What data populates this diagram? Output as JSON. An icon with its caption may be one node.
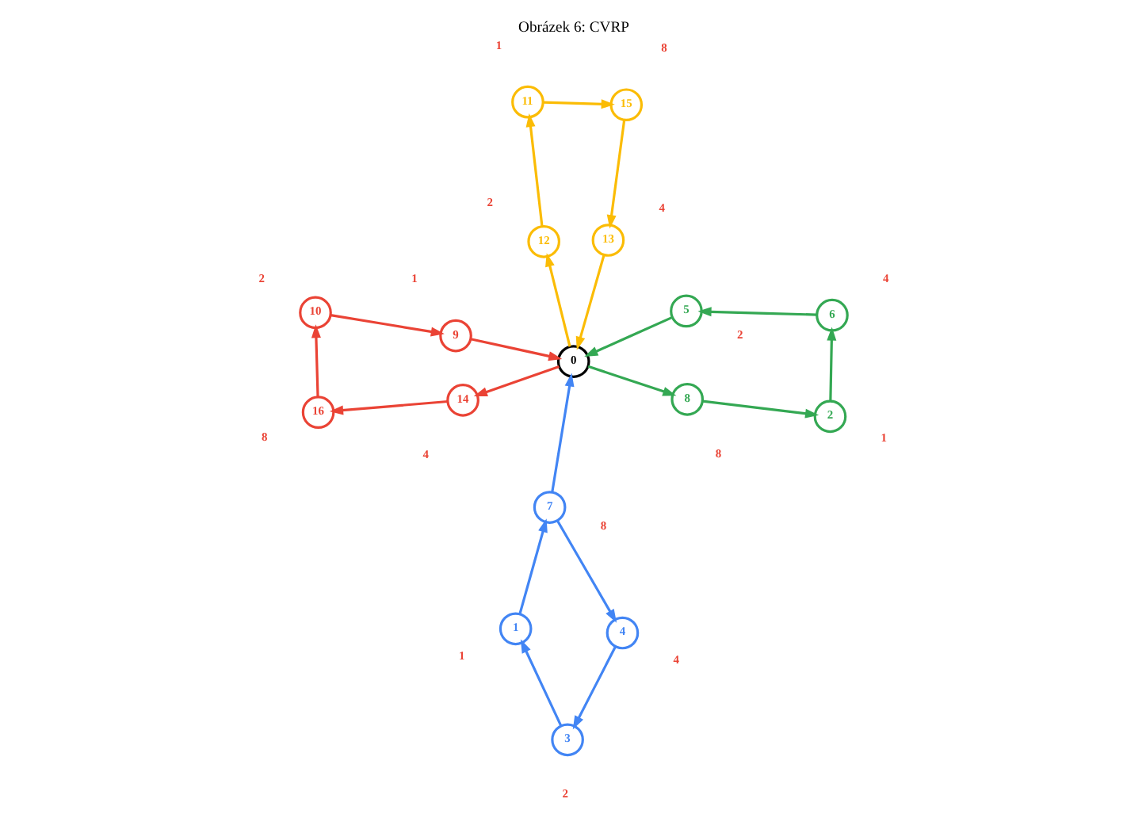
{
  "diagram": {
    "title": "Obrázek 6: CVRP",
    "nodes": [
      {
        "text": [
          "0"
        ]
      },
      {
        "text": [
          "1"
        ],
        "beside": [
          "1"
        ]
      },
      {
        "text": [
          "2"
        ],
        "beside": [
          "1"
        ]
      },
      {
        "text": [
          "3"
        ],
        "beside": [
          "2"
        ]
      },
      {
        "text": [
          "4"
        ],
        "beside": [
          "4"
        ]
      },
      {
        "text": [
          "5"
        ],
        "beside": [
          "2"
        ]
      },
      {
        "text": [
          "6"
        ],
        "beside": [
          "4"
        ]
      },
      {
        "text": [
          "7"
        ],
        "beside": [
          "8"
        ]
      },
      {
        "text": [
          "8"
        ],
        "beside": [
          "8"
        ]
      },
      {
        "text": [
          "9"
        ],
        "beside": [
          "1"
        ]
      },
      {
        "text": [
          "10"
        ],
        "beside": [
          "2"
        ]
      },
      {
        "text": [
          "11"
        ],
        "beside": [
          "1"
        ]
      },
      {
        "text": [
          "12"
        ],
        "beside": [
          "2"
        ]
      },
      {
        "text": [
          "13"
        ],
        "beside": [
          "4"
        ]
      },
      {
        "text": [
          "14"
        ],
        "beside": [
          "4"
        ]
      },
      {
        "text": [
          "15"
        ],
        "beside": [
          "8"
        ]
      },
      {
        "text": [
          "16"
        ],
        "beside": [
          "8"
        ]
      }
    ],
    "edges": [
      {
        "from": 7,
        "to": 0,
        "arrow": "to"
      },
      {
        "from": 7,
        "to": 4,
        "arrow": "to"
      },
      {
        "from": 4,
        "to": 3,
        "arrow": "to"
      },
      {
        "from": 3,
        "to": 1,
        "arrow": "to"
      },
      {
        "from": 1,
        "to": 7,
        "arrow": "to"
      },
      {
        "from": 0,
        "to": 8,
        "arrow": "to",
        "color": "#34a853"
      },
      {
        "from": 8,
        "to": 2,
        "arrow": "to",
        "color": "#34a853"
      },
      {
        "from": 2,
        "to": 6,
        "arrow": "to",
        "color": "#34a853"
      },
      {
        "from": 6,
        "to": 5,
        "arrow": "to",
        "color": "#34a853"
      },
      {
        "from": 5,
        "to": 0,
        "arrow": "to",
        "color": "#34a853"
      },
      {
        "from": 0,
        "to": 14,
        "arrow": "to",
        "color": "#ea4335"
      },
      {
        "from": 14,
        "to": 16,
        "arrow": "to",
        "color": "#ea4335"
      },
      {
        "from": 16,
        "to": 10,
        "arrow": "to",
        "color": "#ea4335"
      },
      {
        "from": 10,
        "to": 9,
        "arrow": "to",
        "color": "#ea4335"
      },
      {
        "from": 9,
        "to": 0,
        "arrow": "to",
        "color": "#ea4335"
      },
      {
        "from": 0,
        "to": 12,
        "arrow": "to",
        "color": "#fbbc05"
      },
      {
        "from": 12,
        "to": 11,
        "arrow": "to",
        "color": "#fbbc05"
      },
      {
        "from": 11,
        "to": 15,
        "arrow": "to",
        "color": "#fbbc05"
      },
      {
        "from": 15,
        "to": 13,
        "arrow": "to",
        "color": "#fbbc05"
      },
      {
        "from": 13,
        "to": 0,
        "arrow": "to",
        "color": "#fbbc05"
      }
    ]
  }
}
